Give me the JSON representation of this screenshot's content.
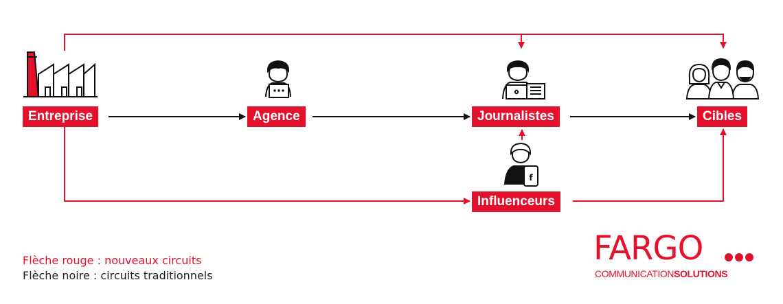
{
  "nodes": {
    "entreprise": "Entreprise",
    "agence": "Agence",
    "journalistes": "Journalistes",
    "cibles": "Cibles",
    "influenceurs": "Influenceurs"
  },
  "legend": {
    "red": "Flèche rouge : nouveaux circuits",
    "black": "Flèche noire : circuits traditionnels"
  },
  "brand": {
    "name": "FARGO",
    "tagline_light": "COMMUNICATION",
    "tagline_bold": "SOLUTIONS"
  },
  "colors": {
    "accent": "#e3112b",
    "ink": "#111111"
  },
  "icons": [
    "factory-icon",
    "agency-person-laptop-icon",
    "journalist-laptop-icon",
    "influencer-phone-icon",
    "audience-group-icon"
  ]
}
